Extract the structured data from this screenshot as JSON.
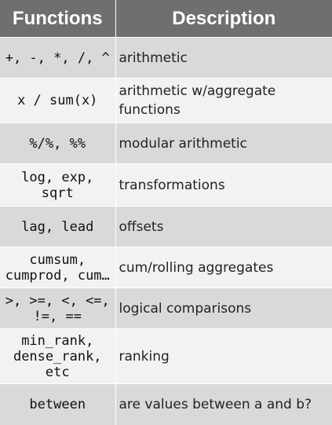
{
  "header": {
    "functions": "Functions",
    "description": "Description"
  },
  "rows": [
    {
      "function": "+, -, *, /, ^",
      "description": "arithmetic"
    },
    {
      "function": "x / sum(x)",
      "description": "arithmetic w/aggregate functions"
    },
    {
      "function": "%/%, %%",
      "description": "modular arithmetic"
    },
    {
      "function": "log, exp,\nsqrt",
      "description": "transformations"
    },
    {
      "function": "lag, lead",
      "description": "offsets"
    },
    {
      "function": "cumsum,\ncumprod, cum…",
      "description": "cum/rolling aggregates"
    },
    {
      "function": ">, >=, <, <=,\n!=, ==",
      "description": "logical comparisons"
    },
    {
      "function": "min_rank,\ndense_rank,\netc",
      "description": "ranking"
    },
    {
      "function": "between",
      "description": "are values between a and b?"
    }
  ]
}
